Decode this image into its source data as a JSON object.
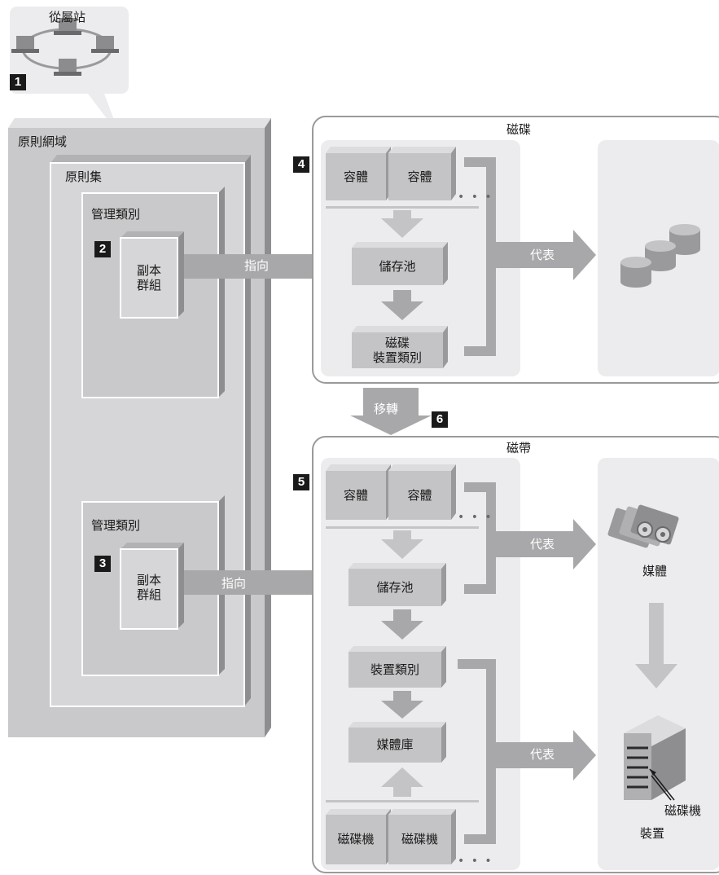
{
  "colors": {
    "domain_fill": "#c9c9cb",
    "inner_fill": "#d6d6d8",
    "panel_fill": "#ececee",
    "box_fill": "#c4c4c6",
    "box_side": "#9a9a9c",
    "arrow_fill": "#a8a8aa",
    "badge": "#1a1a1a"
  },
  "workstations": {
    "label": "從屬站",
    "badge": "1",
    "icon": "network-ring-icon"
  },
  "policy": {
    "domain_label": "原則網域",
    "set_label": "原則集",
    "classes": [
      {
        "label": "管理類別",
        "badge": "2",
        "group": "副本\n群組",
        "points_to": "指向"
      },
      {
        "label": "管理類別",
        "badge": "3",
        "group": "副本\n群組",
        "points_to": "指向"
      }
    ]
  },
  "disk": {
    "title": "磁碟",
    "badge": "4",
    "volumes": [
      "容體",
      "容體"
    ],
    "dots": "• • •",
    "pool": "儲存池",
    "device_class": "磁碟\n裝置類別",
    "represents": "代表",
    "icon": "disk-stack-icon"
  },
  "migrate": {
    "label": "移轉",
    "badge": "6"
  },
  "tape": {
    "title": "磁帶",
    "badge": "5",
    "volumes": [
      "容體",
      "容體"
    ],
    "dots": "• • •",
    "pool": "儲存池",
    "device_class": "裝置類別",
    "library": "媒體庫",
    "drives": [
      "磁碟機",
      "磁碟機"
    ],
    "represents_media": "代表",
    "represents_device": "代表",
    "media_label": "媒體",
    "drive_label": "磁碟機",
    "device_label": "裝置",
    "media_icon": "tape-cartridge-icon",
    "device_icon": "tape-library-icon"
  }
}
